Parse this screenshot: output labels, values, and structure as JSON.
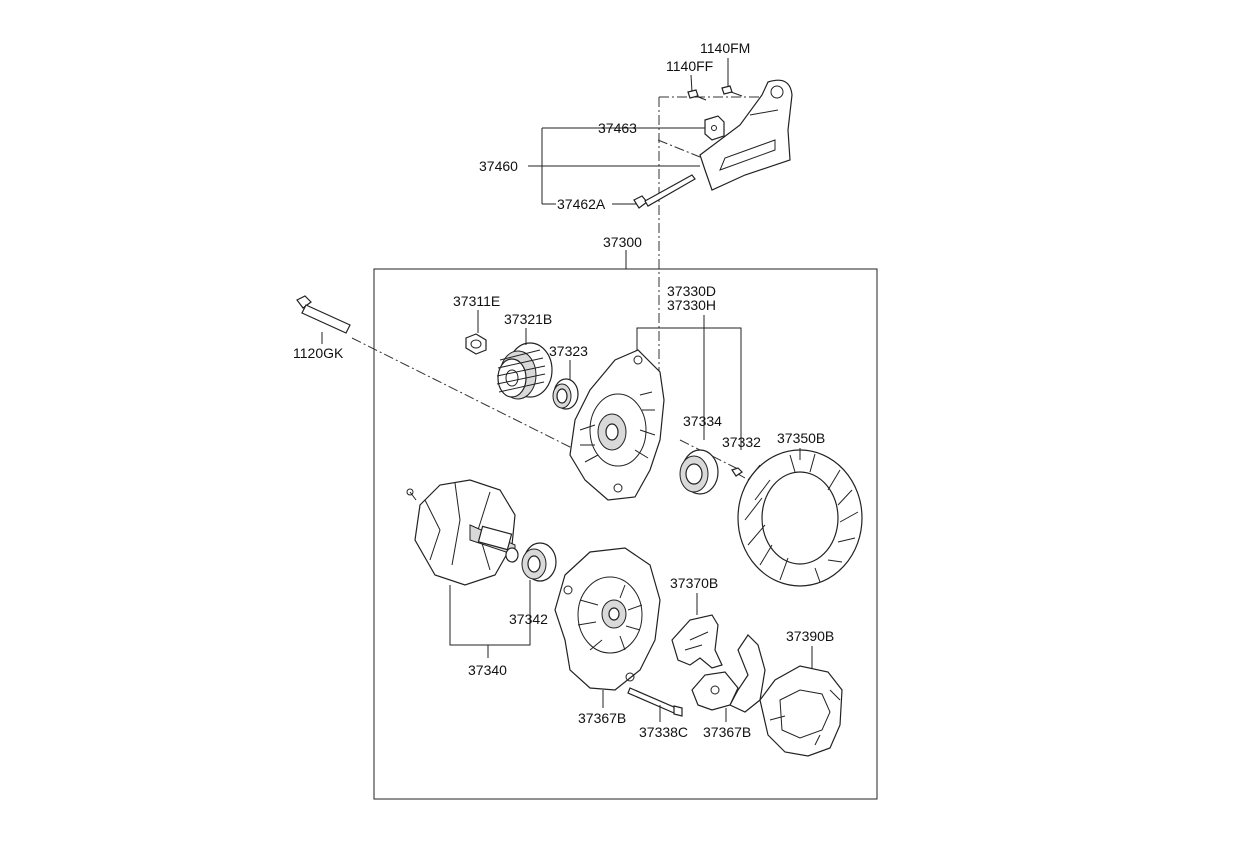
{
  "diagram": {
    "labels": {
      "p1140FM": "1140FM",
      "p1140FF": "1140FF",
      "p37463": "37463",
      "p37460": "37460",
      "p37462A": "37462A",
      "p37300": "37300",
      "p37330D": "37330D",
      "p37330H": "37330H",
      "p37311E": "37311E",
      "p37321B": "37321B",
      "p37323": "37323",
      "p1120GK": "1120GK",
      "p37334": "37334",
      "p37332": "37332",
      "p37350B": "37350B",
      "p37370B": "37370B",
      "p37390B": "37390B",
      "p37342": "37342",
      "p37340": "37340",
      "p37367B_a": "37367B",
      "p37338C": "37338C",
      "p37367B_b": "37367B"
    }
  }
}
